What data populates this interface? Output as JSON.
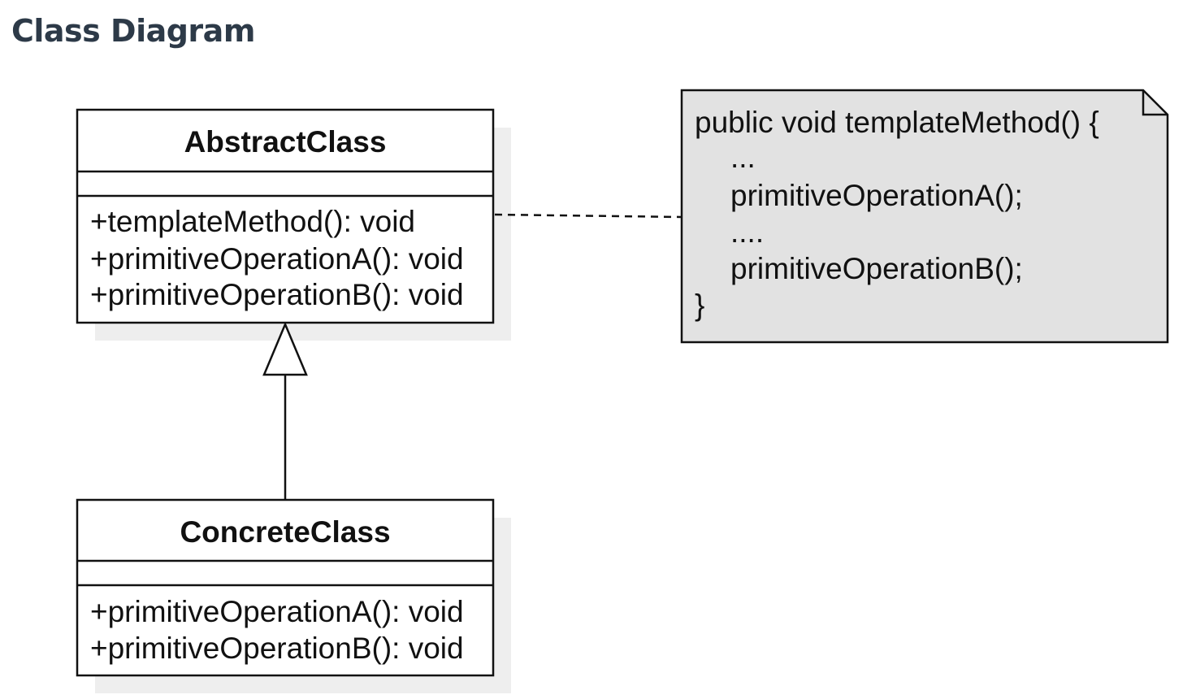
{
  "page": {
    "title": "Class Diagram"
  },
  "colors": {
    "heading": "#2d3a48",
    "stroke": "#111111",
    "shadow": "#eeeeee",
    "note_fill": "#e2e2e2",
    "class_fill": "#ffffff"
  },
  "abstract_class": {
    "name": "AbstractClass",
    "attributes": [],
    "operations": [
      "+templateMethod(): void",
      "+primitiveOperationA(): void",
      "+primitiveOperationB(): void"
    ]
  },
  "concrete_class": {
    "name": "ConcreteClass",
    "attributes": [],
    "operations": [
      "+primitiveOperationA(): void",
      "+primitiveOperationB(): void"
    ]
  },
  "note": {
    "lines": [
      "public void templateMethod() {",
      "...",
      "primitiveOperationA();",
      "....",
      "primitiveOperationB();",
      "}"
    ]
  },
  "relations": [
    {
      "type": "generalization",
      "from": "ConcreteClass",
      "to": "AbstractClass"
    },
    {
      "type": "note-anchor",
      "from": "AbstractClass",
      "to": "note"
    }
  ]
}
